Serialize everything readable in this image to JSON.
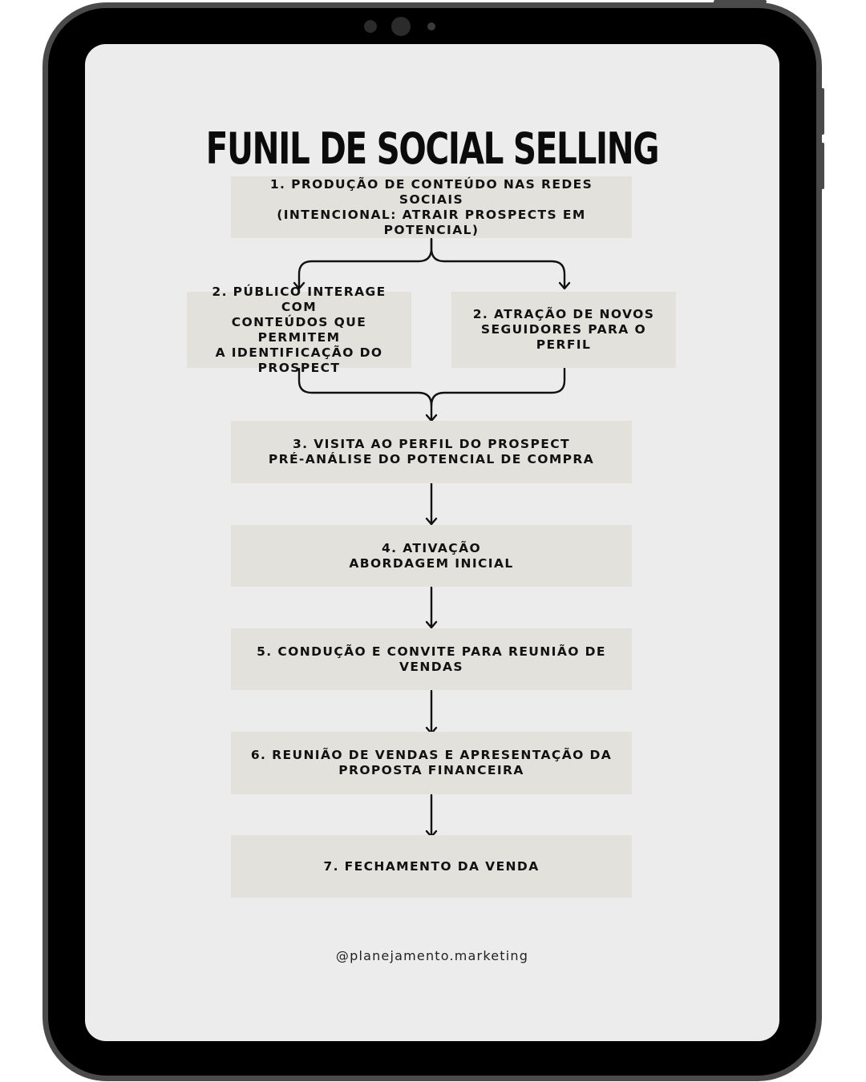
{
  "diagram": {
    "title": "FUNIL DE SOCIAL SELLING",
    "steps": [
      {
        "id": "step-1",
        "label": "1. PRODUÇÃO DE CONTEÚDO NAS REDES SOCIAIS\n(INTENCIONAL: ATRAIR PROSPECTS EM POTENCIAL)"
      },
      {
        "id": "step-2a",
        "label": "2. PÚBLICO INTERAGE COM\nCONTEÚDOS QUE PERMITEM\nA IDENTIFICAÇÃO DO\nPROSPECT"
      },
      {
        "id": "step-2b",
        "label": "2. ATRAÇÃO DE NOVOS\nSEGUIDORES PARA O PERFIL"
      },
      {
        "id": "step-3",
        "label": "3. VISITA AO PERFIL DO PROSPECT\nPRÉ-ANÁLISE DO POTENCIAL DE COMPRA"
      },
      {
        "id": "step-4",
        "label": "4. ATIVAÇÃO\nABORDAGEM INICIAL"
      },
      {
        "id": "step-5",
        "label": "5. CONDUÇÃO E CONVITE PARA REUNIÃO DE VENDAS"
      },
      {
        "id": "step-6",
        "label": "6. REUNIÃO DE VENDAS E APRESENTAÇÃO DA\nPROPOSTA FINANCEIRA"
      },
      {
        "id": "step-7",
        "label": "7. FECHAMENTO DA VENDA"
      }
    ],
    "edges": [
      {
        "from": "step-1",
        "to": "step-2a"
      },
      {
        "from": "step-1",
        "to": "step-2b"
      },
      {
        "from": "step-2a",
        "to": "step-3"
      },
      {
        "from": "step-2b",
        "to": "step-3"
      },
      {
        "from": "step-3",
        "to": "step-4"
      },
      {
        "from": "step-4",
        "to": "step-5"
      },
      {
        "from": "step-5",
        "to": "step-6"
      },
      {
        "from": "step-6",
        "to": "step-7"
      }
    ],
    "footer": "@planejamento.marketing"
  },
  "colors": {
    "screen_background": "#ececec",
    "box_fill": "#e3e1dc",
    "text": "#111111",
    "connector": "#111111",
    "device_frame": "#4a4a4a"
  },
  "icons": {
    "device": "tablet-frame",
    "camera": "camera-icon",
    "arrow": "arrow-down-icon"
  }
}
